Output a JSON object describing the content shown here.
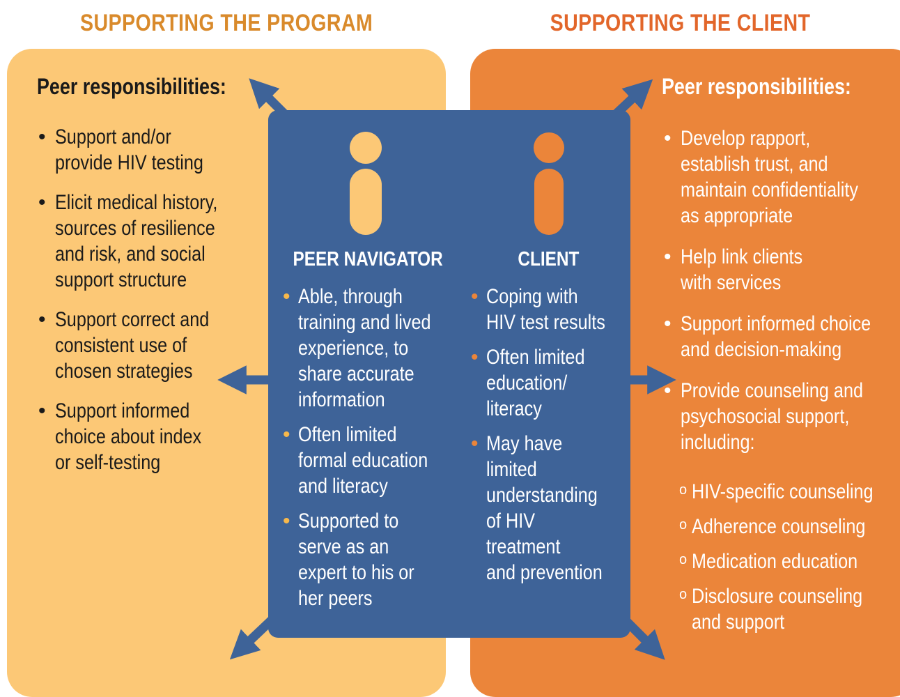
{
  "headings": {
    "left": "SUPPORTING THE PROGRAM",
    "right": "SUPPORTING THE CLIENT"
  },
  "program_panel": {
    "title": "Peer responsibilities:",
    "items": [
      [
        "Support and/or",
        "provide HIV testing"
      ],
      [
        "Elicit medical history,",
        "sources of resilience",
        "and risk, and social",
        "support structure"
      ],
      [
        "Support correct and",
        "consistent use of",
        "chosen strategies"
      ],
      [
        "Support informed",
        "choice about index",
        "or self-testing"
      ]
    ]
  },
  "client_panel": {
    "title": "Peer responsibilities:",
    "items": [
      [
        "Develop rapport,",
        "establish trust, and",
        "maintain confidentiality",
        "as appropriate"
      ],
      [
        "Help link clients",
        "with services"
      ],
      [
        "Support informed choice",
        "and decision-making"
      ],
      [
        "Provide counseling and",
        "psychosocial support,",
        "including:"
      ]
    ],
    "sub_items": [
      [
        "HIV-specific counseling"
      ],
      [
        "Adherence counseling"
      ],
      [
        "Medication education"
      ],
      [
        "Disclosure counseling",
        "and support"
      ]
    ]
  },
  "peer_navigator": {
    "heading": "PEER NAVIGATOR",
    "items": [
      [
        "Able, through",
        "training and lived",
        "experience, to",
        "share accurate",
        "information"
      ],
      [
        "Often limited",
        "formal education",
        "and literacy"
      ],
      [
        "Supported to",
        "serve as an",
        "expert to his or",
        "her peers"
      ]
    ]
  },
  "client": {
    "heading": "CLIENT",
    "items": [
      [
        "Coping with",
        "HIV test results"
      ],
      [
        "Often limited",
        "education/",
        "literacy"
      ],
      [
        "May have",
        "limited",
        "understanding",
        "of HIV",
        "treatment",
        "and prevention"
      ]
    ]
  },
  "colors": {
    "program_panel": "#fcc876",
    "client_panel": "#eb853a",
    "center_box": "#3e6398",
    "navigator_figure": "#fcc876",
    "client_figure": "#eb853a"
  },
  "icons": [
    "person-icon",
    "double-arrow-icon"
  ]
}
